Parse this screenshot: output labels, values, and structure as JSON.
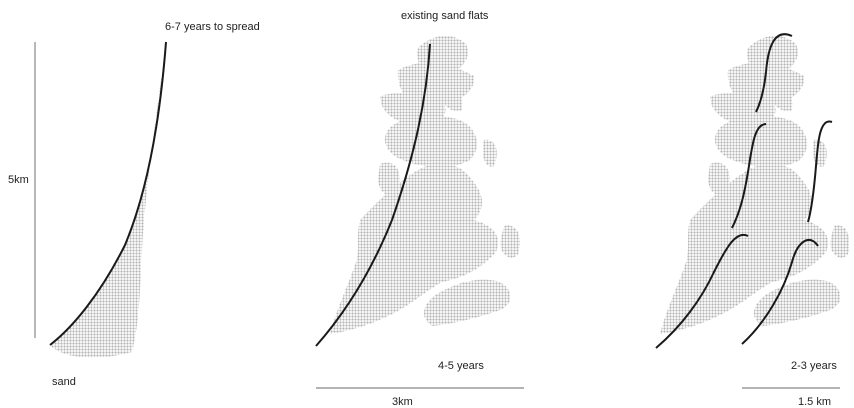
{
  "labels": {
    "spread_time": "6-7 years to spread",
    "existing_flats": "existing sand flats",
    "height_5km": "5km",
    "sand": "sand",
    "years_4_5": "4-5 years",
    "width_3km": "3km",
    "years_2_3": "2-3 years",
    "width_1_5km": "1.5 km"
  },
  "colors": {
    "sand_fill": "#c8c8c8",
    "line": "#1a1a1a",
    "scale_bar": "#888888"
  }
}
